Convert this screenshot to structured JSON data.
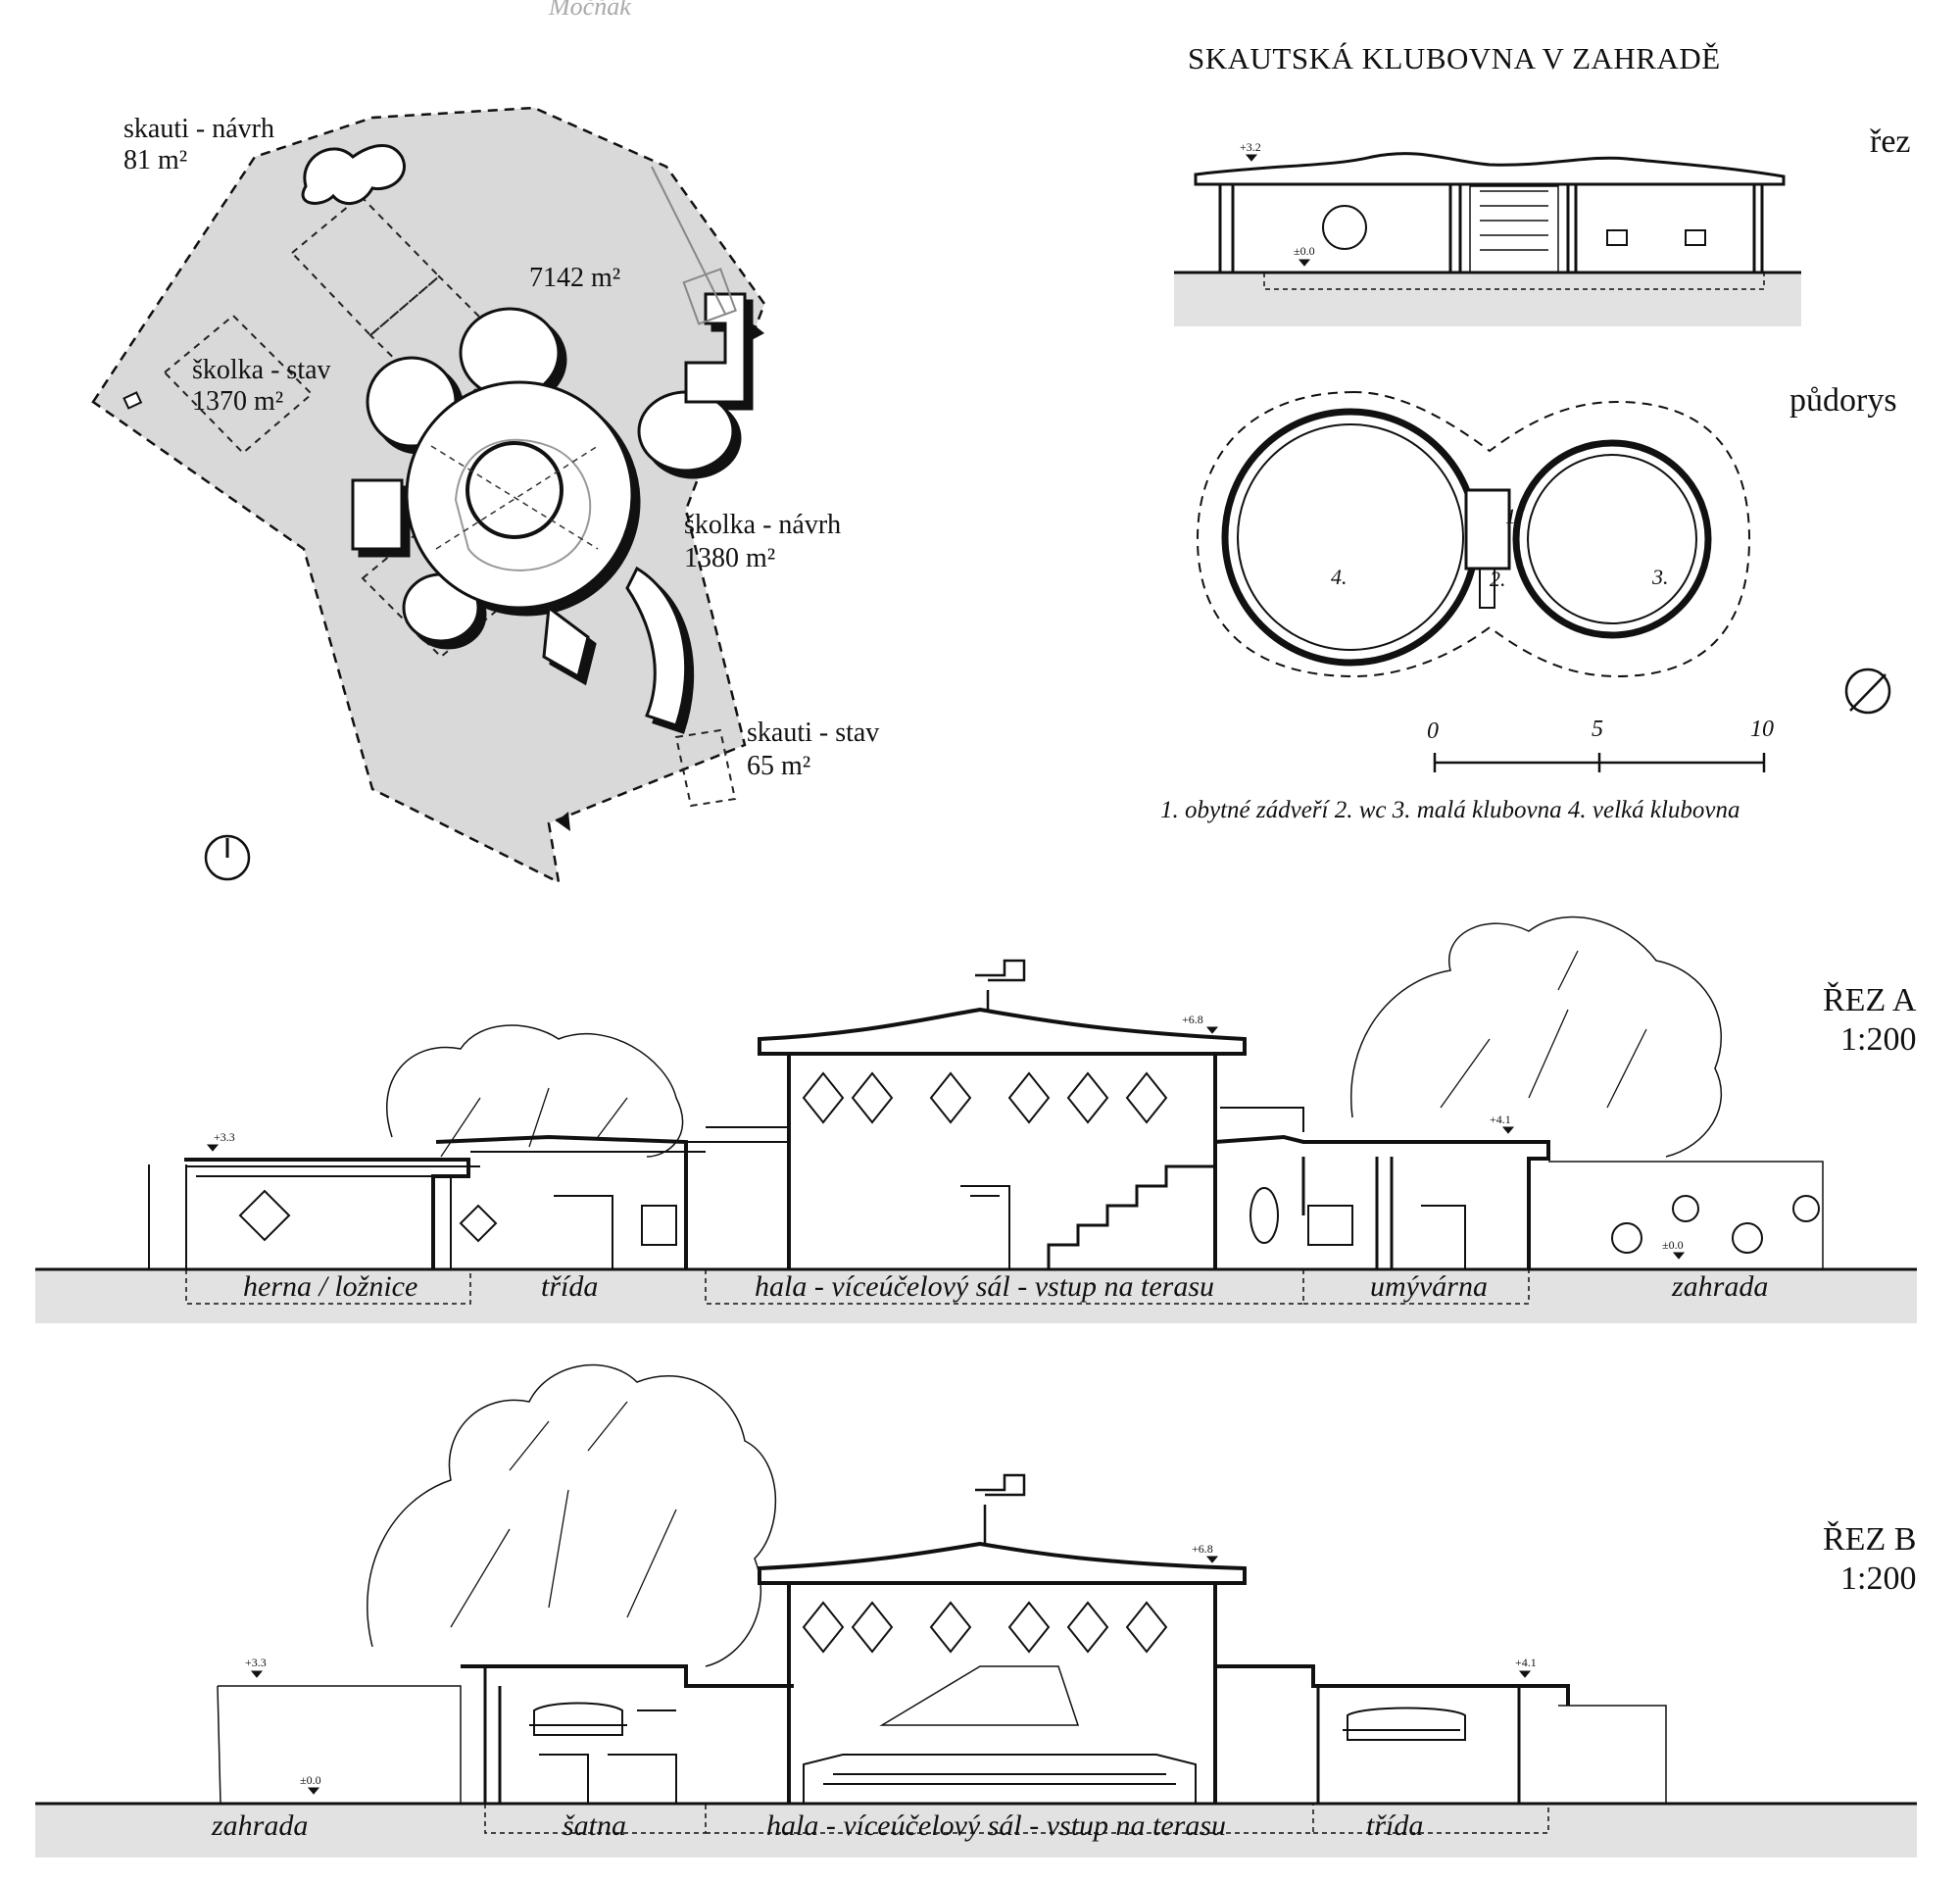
{
  "author_fragment": "Močňák",
  "title": "SKAUTSKÁ KLUBOVNA  V ZAHRADĚ",
  "site_plan": {
    "labels": [
      {
        "name": "skauti - návrh",
        "area": "81 m²"
      },
      {
        "name": "školka - stav",
        "area": "1370 m²"
      },
      {
        "name": "školka - návrh",
        "area": "1380 m²"
      },
      {
        "name": "skauti - stav",
        "area": "65 m²"
      }
    ],
    "total_area": "7142 m²"
  },
  "clubhouse": {
    "section_heading": "řez",
    "plan_heading": "půdorys",
    "section_levels": [
      "+3.2",
      "±0.0"
    ],
    "room_numbers": [
      "1.",
      "2.",
      "3.",
      "4."
    ],
    "scale_ticks": [
      "0",
      "5",
      "10"
    ],
    "legend": "1. obytné zádveří  2. wc  3. malá klubovna  4. velká klubovna"
  },
  "section_a": {
    "heading": "ŘEZ A",
    "scale": "1:200",
    "levels": [
      "+3.3",
      "+6.8",
      "+4.1",
      "±0.0"
    ],
    "rooms": [
      "herna / ložnice",
      "třída",
      "hala - víceúčelový sál - vstup na terasu",
      "umývárna",
      "zahrada"
    ]
  },
  "section_b": {
    "heading": "ŘEZ B",
    "scale": "1:200",
    "levels": [
      "+3.3",
      "±0.0",
      "+6.8",
      "+4.1"
    ],
    "rooms": [
      "zahrada",
      "šatna",
      "hala - víceúčelový sál - vstup na terasu",
      "třída"
    ]
  },
  "colors": {
    "ink": "#111111",
    "site_fill": "#d9d9d9",
    "ground_fill": "#e2e2e2",
    "paper": "#ffffff"
  }
}
